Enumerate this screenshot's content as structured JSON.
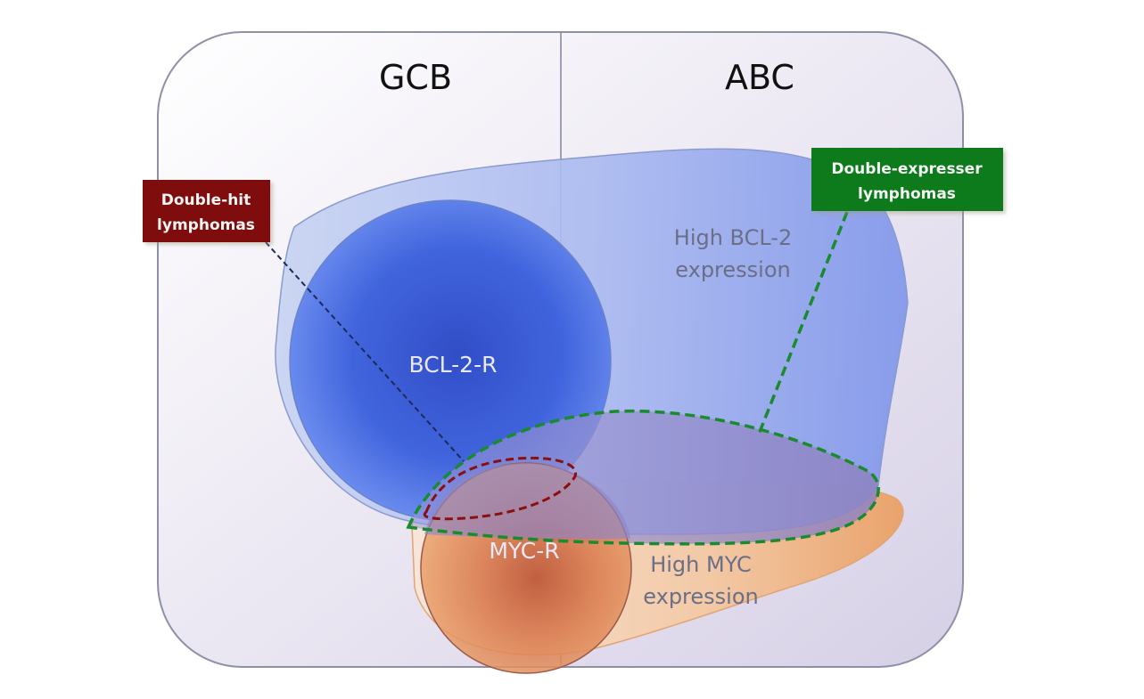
{
  "diagram": {
    "columns": {
      "left": "GCB",
      "right": "ABC"
    },
    "regions": {
      "bcl2_high": [
        "High BCL-2",
        "expression"
      ],
      "myc_high": [
        "High MYC",
        "expression"
      ],
      "bcl2_r": "BCL-2-R",
      "myc_r": "MYC-R"
    },
    "callouts": {
      "double_hit": {
        "lines": [
          "Double-hit",
          "lymphomas"
        ],
        "color": "#7f0d0d"
      },
      "double_expresser": {
        "lines": [
          "Double-expresser",
          "lymphomas"
        ],
        "color": "#0c7a1c"
      }
    },
    "colors": {
      "bcl2": "#3a63e0",
      "myc": "#e0783a",
      "green_dash": "#1a8a2e",
      "red_dash": "#8b0f0f"
    }
  }
}
